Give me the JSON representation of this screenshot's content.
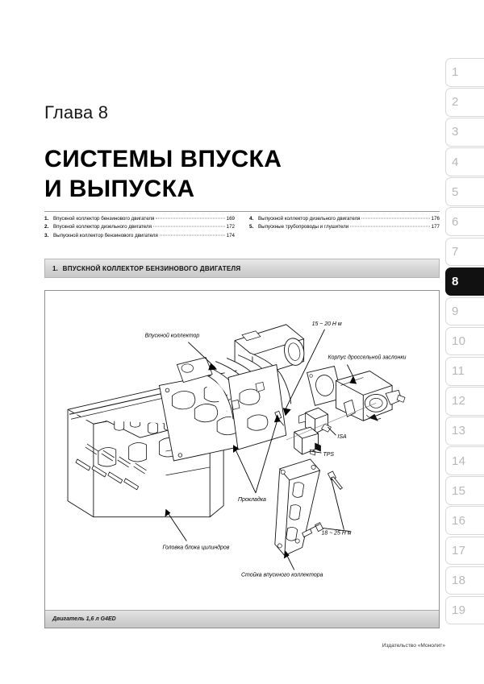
{
  "chapter": {
    "label": "Глава 8",
    "title": "СИСТЕМЫ ВПУСКА\nИ ВЫПУСКА"
  },
  "toc": {
    "left": [
      {
        "num": "1.",
        "text": "Впускной коллектор бензинового двигателя",
        "page": "169"
      },
      {
        "num": "2.",
        "text": "Впускной коллектор дизельного двигателя",
        "page": "172"
      },
      {
        "num": "3.",
        "text": "Выпускной коллектор бензинового двигателя",
        "page": "174"
      }
    ],
    "right": [
      {
        "num": "4.",
        "text": "Выпускной коллектор дизельного двигателя",
        "page": "176"
      },
      {
        "num": "5.",
        "text": "Выпускные трубопроводы и глушители",
        "page": "177"
      }
    ]
  },
  "section": {
    "number": "1.",
    "title": "ВПУСКНОЙ КОЛЛЕКТОР БЕНЗИНОВОГО ДВИГАТЕЛЯ"
  },
  "figure": {
    "caption": "Двигатель 1,6 л G4ED",
    "labels": {
      "intake_manifold": "Впускной коллектор",
      "torque_top": "15 ~ 20 Н м",
      "throttle_body": "Корпус дроссельной заслонки",
      "isa": "ISA",
      "tps": "TPS",
      "gasket": "Прокладка",
      "cylinder_head": "Головка блока цилиндров",
      "bracket": "Стойка впускного коллектора",
      "torque_bottom": "18 ~ 25 Н м"
    }
  },
  "tabs": {
    "active": "8",
    "items": [
      "1",
      "2",
      "3",
      "4",
      "5",
      "6",
      "7",
      "8",
      "9",
      "10",
      "11",
      "12",
      "13",
      "14",
      "15",
      "16",
      "17",
      "18",
      "19"
    ]
  },
  "footer": {
    "publisher": "Издательство «Монолит»"
  },
  "colors": {
    "active_tab_bg": "#111111",
    "section_bar_bg": "#d4d4d4",
    "frame_border": "#8f8f8f"
  }
}
